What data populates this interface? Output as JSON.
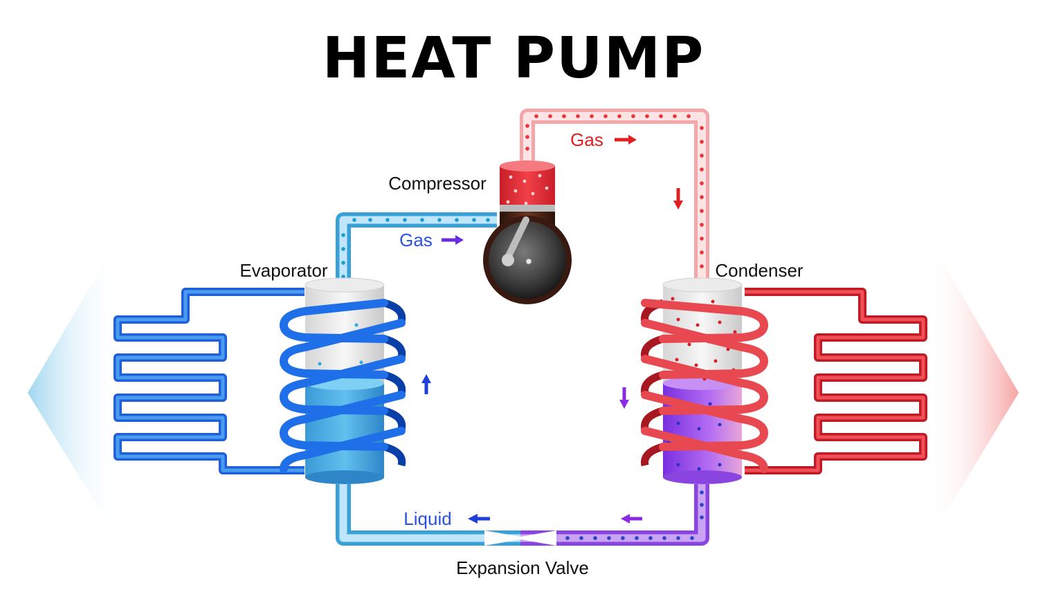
{
  "title": "HEAT PUMP",
  "labels": {
    "compressor": "Compressor",
    "evaporator": "Evaporator",
    "condenser": "Condenser",
    "expansion_valve": "Expansion Valve",
    "gas_hot": "Gas",
    "gas_cold": "Gas",
    "liquid": "Liquid"
  },
  "colors": {
    "cold_pipe": "#3aa0d8",
    "hot_pipe": "#f4a6a8",
    "liquid_pipe": "#8a45e0",
    "hot_coil": "#e8323c",
    "cold_coil": "#2f6fe0",
    "hot_arrow": "#e02020",
    "cold_arrow": "#3050e8",
    "liquid_arrow": "#2040d0",
    "purple_arrow": "#8a2be2"
  },
  "icons": [
    "cold-area-arrow",
    "hot-area-arrow",
    "flow-arrow"
  ]
}
